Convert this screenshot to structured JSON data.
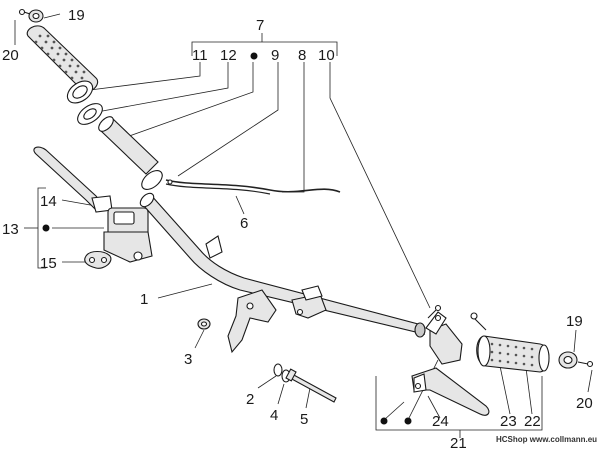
{
  "labels": {
    "c1": "1",
    "c2": "2",
    "c3": "3",
    "c4": "4",
    "c5": "5",
    "c6": "6",
    "c7": "7",
    "c8": "8",
    "c9": "9",
    "c10": "10",
    "c11": "11",
    "c12": "12",
    "c13": "13",
    "c14": "14",
    "c15": "15",
    "c19a": "19",
    "c19b": "19",
    "c20a": "20",
    "c20b": "20",
    "c21": "21",
    "c22": "22",
    "c23": "23",
    "c24": "24"
  },
  "credit": "HCShop www.collmann.eu"
}
